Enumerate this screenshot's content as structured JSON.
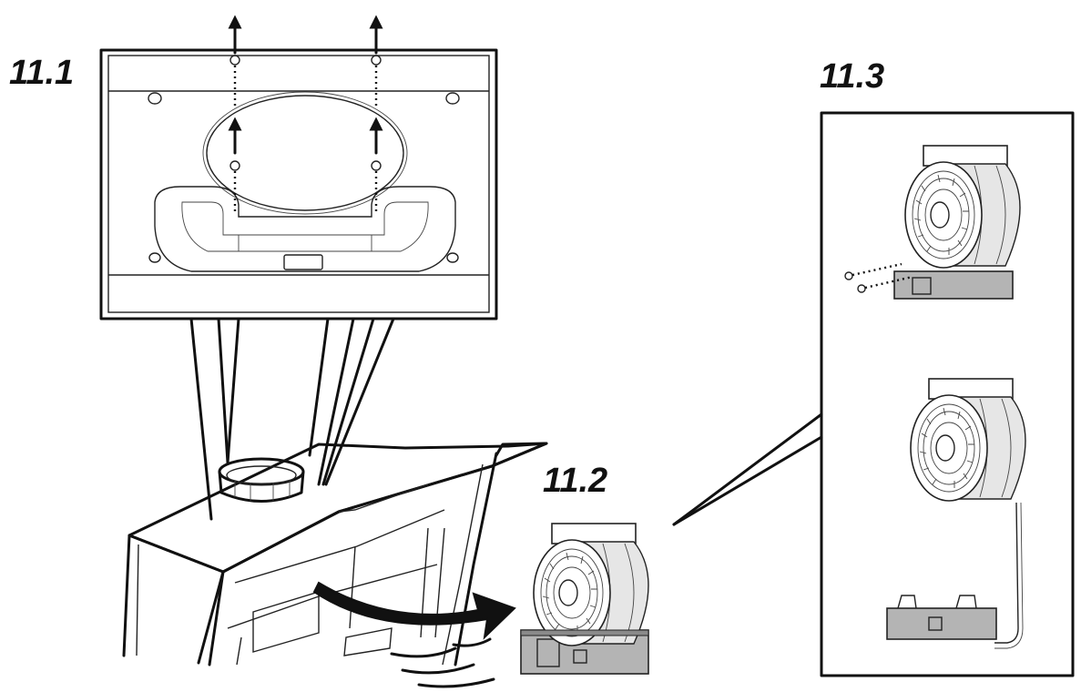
{
  "steps": {
    "step_1": {
      "label": "11.1"
    },
    "step_2": {
      "label": "11.2"
    },
    "step_3": {
      "label": "11.3"
    }
  },
  "colors": {
    "line": "#111111",
    "motor_base": "#b4b4b4",
    "housing_fill": "#e6e6e6",
    "background": "#ffffff"
  }
}
